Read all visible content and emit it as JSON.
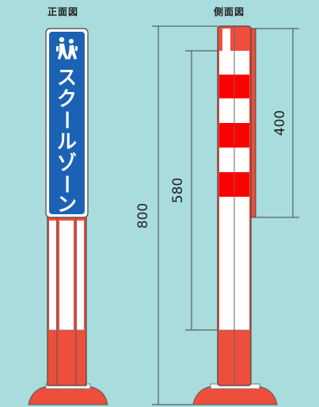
{
  "labels": {
    "front_view": "正面図",
    "side_view": "側面図"
  },
  "sign": {
    "text_chars": [
      "ス",
      "ク",
      "ー",
      "ル",
      "ゾ",
      "ー",
      "ン"
    ],
    "icon": "children-crossing-icon",
    "background_color": "#1c62b4"
  },
  "dimensions": {
    "overall_height": "800",
    "reflective_band_height": "580",
    "sign_height": "400"
  },
  "colors": {
    "post_red": "#ee4e3c",
    "band_red": "#ff0000",
    "white": "#ffffff",
    "background": "#a9dcdc"
  }
}
